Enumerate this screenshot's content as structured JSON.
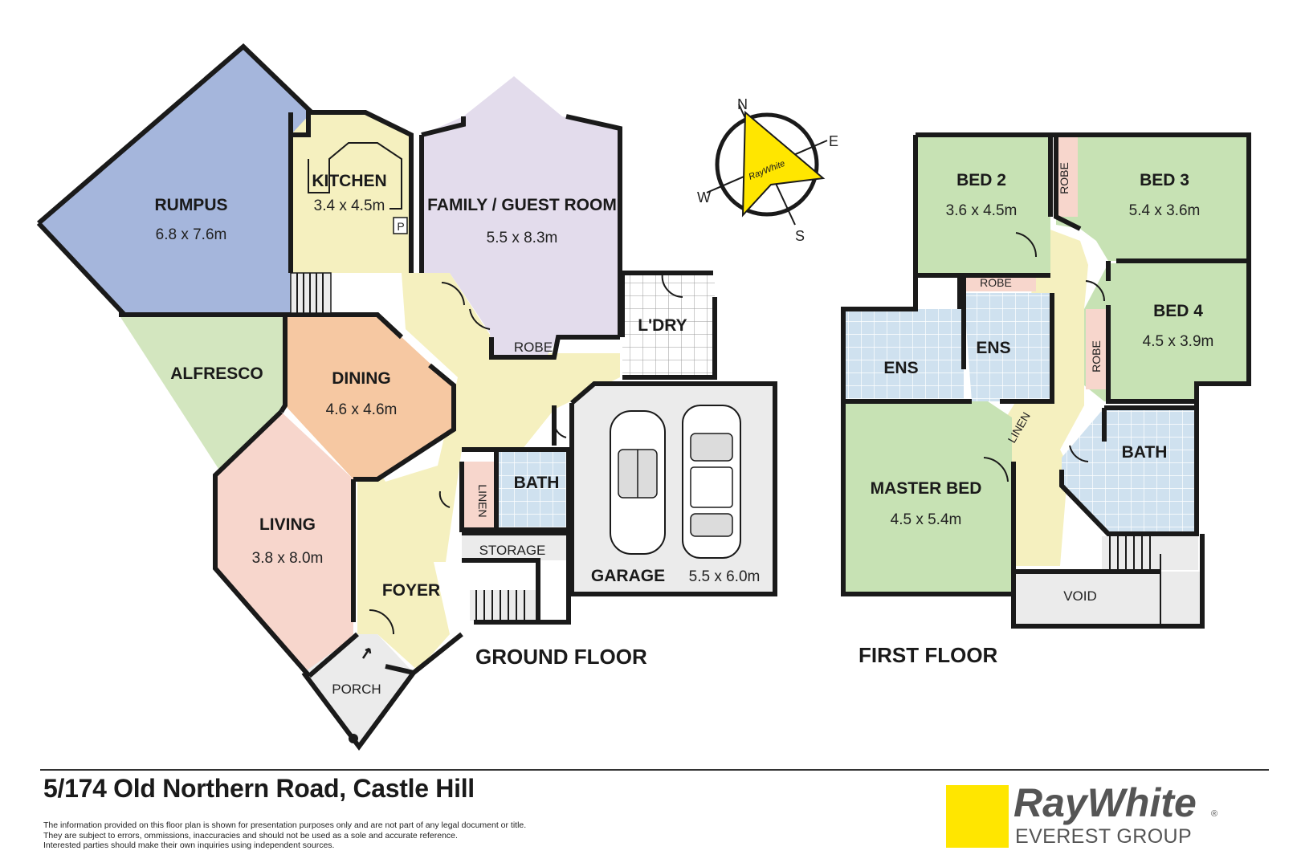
{
  "floors": {
    "ground": "GROUND FLOOR",
    "first": "FIRST FLOOR"
  },
  "rooms": {
    "rumpus": {
      "name": "RUMPUS",
      "dim": "6.8 x 7.6m"
    },
    "kitchen": {
      "name": "KITCHEN",
      "dim": "3.4 x 4.5m"
    },
    "family": {
      "name": "FAMILY / GUEST ROOM",
      "dim": "5.5 x 8.3m"
    },
    "alfresco": {
      "name": "ALFRESCO"
    },
    "dining": {
      "name": "DINING",
      "dim": "4.6 x 4.6m"
    },
    "living": {
      "name": "LIVING",
      "dim": "3.8 x 8.0m"
    },
    "laundry": {
      "name": "L'DRY"
    },
    "bath_ground": {
      "name": "BATH"
    },
    "garage": {
      "name": "GARAGE",
      "dim": "5.5 x 6.0m"
    },
    "foyer": {
      "name": "FOYER"
    },
    "storage": {
      "name": "STORAGE"
    },
    "porch": {
      "name": "PORCH"
    },
    "robe_ground": {
      "name": "ROBE"
    },
    "linen_ground": {
      "name": "LINEN"
    },
    "pantry": {
      "name": "P"
    },
    "bed2": {
      "name": "BED 2",
      "dim": "3.6 x 4.5m"
    },
    "bed3": {
      "name": "BED 3",
      "dim": "5.4 x 3.6m"
    },
    "bed4": {
      "name": "BED 4",
      "dim": "4.5 x 3.9m"
    },
    "ens_left": {
      "name": "ENS"
    },
    "ens_right": {
      "name": "ENS"
    },
    "master": {
      "name": "MASTER BED",
      "dim": "4.5 x 5.4m"
    },
    "bath_first": {
      "name": "BATH"
    },
    "void": {
      "name": "VOID"
    },
    "robe_first_top": {
      "name": "ROBE"
    },
    "robe_bed3": {
      "name": "ROBE"
    },
    "robe_bed4": {
      "name": "ROBE"
    },
    "linen_first": {
      "name": "LINEN"
    }
  },
  "compass": {
    "n": "N",
    "e": "E",
    "s": "S",
    "w": "W",
    "brand": "RayWhite"
  },
  "colors": {
    "rumpus": "#a5b6dc",
    "kitchen_foyer": "#f5f0bf",
    "family": "#e3dcec",
    "alfresco": "#d3e6bf",
    "dining": "#f6c8a2",
    "living": "#f7d6cc",
    "wet_tile": "#cfe1ef",
    "utility": "#ebebeb",
    "bedroom": "#c7e2b4",
    "brand_yellow": "#ffe600"
  },
  "footer": {
    "address": "5/174 Old Northern Road, Castle Hill",
    "disclaimer": [
      "The information provided on this floor plan is shown for presentation purposes only and are not part of any legal document or title.",
      "They are subject to errors, ommissions, inaccuracies and should not be used as a sole and accurate reference.",
      "Interested parties should make their own inquiries using independent sources."
    ],
    "brand_name": "RayWhite",
    "brand_registered": "®",
    "brand_sub": "EVEREST GROUP"
  }
}
